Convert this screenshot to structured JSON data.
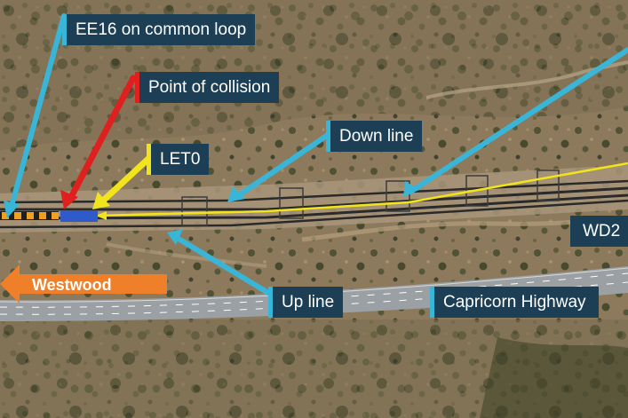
{
  "colors": {
    "label_bg": "#1c3f55",
    "label_text": "#ffffff",
    "callout_cyan": "#39b5d8",
    "callout_red": "#e01f1f",
    "callout_yellow": "#f2e41c",
    "train_blue": "#2e5bc9",
    "track_dark": "#2a2a2a",
    "direction_arrow": "#f07f2a",
    "highway": "#9aa0a3"
  },
  "icons": {
    "direction_arrow": "left-arrow-icon",
    "train_marker": "train-marker-icon"
  },
  "labels": {
    "ee16": "EE16 on common loop",
    "collision": "Point of collision",
    "let0": "LET0",
    "down_line": "Down line",
    "wd2": "WD2",
    "up_line": "Up line",
    "capricorn": "Capricorn Highway",
    "westwood": "Westwood"
  }
}
